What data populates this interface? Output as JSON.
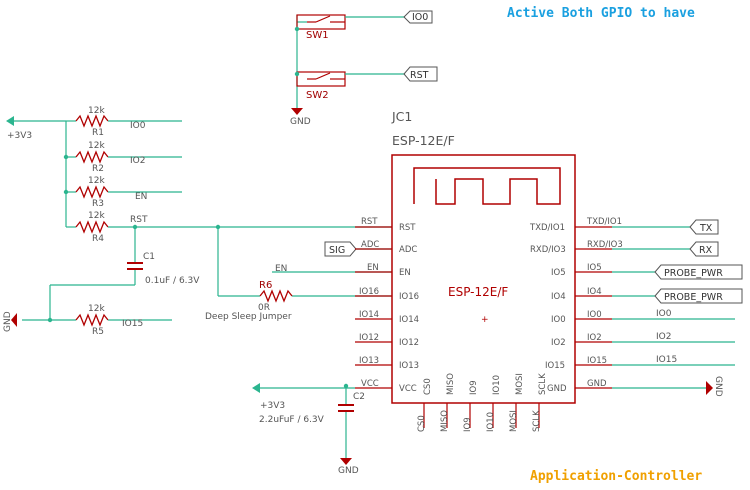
{
  "colors": {
    "wire": "#2bb58f",
    "part": "#b00000",
    "text": "#555555",
    "note_top": "#1aa0e0",
    "note_bottom": "#f0a000"
  },
  "notes": {
    "top": "Active Both GPIO to have",
    "bottom": "Application-Controller"
  },
  "chip": {
    "ref": "JC1",
    "name": "ESP-12E/F",
    "inner_label": "ESP-12E/F",
    "left_pins": [
      "RST",
      "ADC",
      "EN",
      "IO16",
      "IO14",
      "IO12",
      "IO13",
      "VCC"
    ],
    "right_pins": [
      "TXD/IO1",
      "RXD/IO3",
      "IO5",
      "IO4",
      "IO0",
      "IO2",
      "IO15",
      "GND"
    ],
    "bottom_pins": [
      "CS0",
      "MISO",
      "IO9",
      "IO10",
      "MOSI",
      "SCLK"
    ],
    "left_nets": [
      "RST",
      "ADC",
      "EN",
      "IO16",
      "IO14",
      "IO12",
      "IO13",
      "VCC"
    ],
    "right_nets": [
      "TXD/IO1",
      "RXD/IO3",
      "IO5",
      "IO4",
      "IO0",
      "IO2",
      "IO15",
      "GND"
    ],
    "bottom_nets": [
      "CS0",
      "MISO",
      "IO9",
      "IO10",
      "MOSI",
      "SCLK"
    ]
  },
  "switches": [
    {
      "ref": "SW1",
      "net": "IO0"
    },
    {
      "ref": "SW2",
      "net": "RST"
    }
  ],
  "resistors": [
    {
      "ref": "R1",
      "value": "12k",
      "net": "IO0"
    },
    {
      "ref": "R2",
      "value": "12k",
      "net": "IO2"
    },
    {
      "ref": "R3",
      "value": "12k",
      "net": "EN"
    },
    {
      "ref": "R4",
      "value": "12k",
      "net": "RST"
    },
    {
      "ref": "R5",
      "value": "12k",
      "net": "IO15"
    },
    {
      "ref": "R6",
      "value": "0R",
      "caption": "Deep Sleep Jumper"
    }
  ],
  "capacitors": [
    {
      "ref": "C1",
      "value": "0.1uF / 6.3V"
    },
    {
      "ref": "C2",
      "value": "2.2uFuF / 6.3V"
    }
  ],
  "power": {
    "vcc_label": "+3V3",
    "gnd_label": "GND"
  },
  "tags": {
    "sig": "SIG",
    "io0": "IO0",
    "rst": "RST",
    "tx": "TX",
    "rx": "RX",
    "probe1": "PROBE_PWR",
    "probe2": "PROBE_PWR"
  },
  "right_side_nets": {
    "io0": "IO0",
    "io2": "IO2",
    "io15": "IO15"
  },
  "misc_labels": {
    "en_wire": "EN",
    "io16_wire": "IO16",
    "rst_node": "RST"
  }
}
